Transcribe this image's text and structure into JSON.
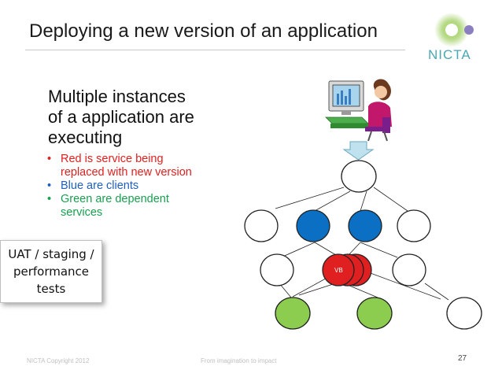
{
  "slide": {
    "title": "Deploying a new version of an application",
    "logo_text": "NICTA",
    "main_text_lines": [
      "Multiple instances",
      "of a application are",
      "executing"
    ],
    "bullets": [
      {
        "lines": [
          "Red is service being",
          "replaced with new version"
        ],
        "color": "#e02020"
      },
      {
        "lines": [
          "Blue are clients"
        ],
        "color": "#2060c0"
      },
      {
        "lines": [
          "Green are dependent",
          "services"
        ],
        "color": "#18a050"
      }
    ],
    "callout": "UAT / staging /\nperformance\ntests",
    "node_label": "VB",
    "footer_left": "NICTA Copyright 2012",
    "footer_center": "From imagination to impact",
    "page_number": "27"
  },
  "colors": {
    "red": "#e02020",
    "blue": "#0b6fc4",
    "green": "#8ccc4e",
    "logo_green": "#8bc53f",
    "logo_purple": "#8b7fbf",
    "logo_teal": "#4aa7b4"
  }
}
